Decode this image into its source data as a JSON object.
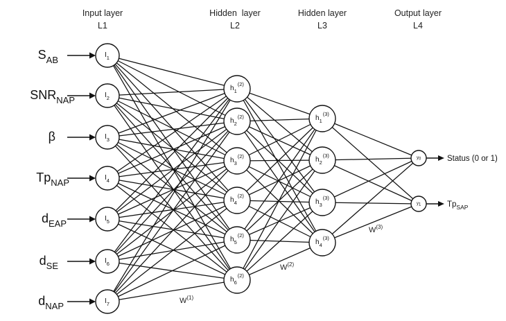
{
  "layers": [
    {
      "title": "Input layer",
      "code": "L1"
    },
    {
      "title": "Hidden  layer",
      "code": "L2"
    },
    {
      "title": "Hidden layer",
      "code": "L3"
    },
    {
      "title": "Output layer",
      "code": "L4"
    }
  ],
  "inputs": [
    {
      "main": "S",
      "sub": "AB",
      "node": "I",
      "node_sub": "1"
    },
    {
      "main": "SNR",
      "sub": "NAP",
      "node": "I",
      "node_sub": "2"
    },
    {
      "main": "β",
      "sub": "",
      "node": "I",
      "node_sub": "3"
    },
    {
      "main": "Tp",
      "sub": "NAP",
      "node": "I",
      "node_sub": "4"
    },
    {
      "main": "d",
      "sub": "EAP",
      "node": "I",
      "node_sub": "5"
    },
    {
      "main": "d",
      "sub": "SE",
      "node": "I",
      "node_sub": "6"
    },
    {
      "main": "d",
      "sub": "NAP",
      "node": "I",
      "node_sub": "7"
    }
  ],
  "hidden1": [
    {
      "node": "h",
      "sub": "1",
      "sup": "(2)"
    },
    {
      "node": "h",
      "sub": "2",
      "sup": "(2)"
    },
    {
      "node": "h",
      "sub": "3",
      "sup": "(2)"
    },
    {
      "node": "h",
      "sub": "4",
      "sup": "(2)"
    },
    {
      "node": "h",
      "sub": "5",
      "sup": "(2)"
    },
    {
      "node": "h",
      "sub": "6",
      "sup": "(2)"
    }
  ],
  "hidden2": [
    {
      "node": "h",
      "sub": "1",
      "sup": "(3)"
    },
    {
      "node": "h",
      "sub": "2",
      "sup": "(3)"
    },
    {
      "node": "h",
      "sub": "3",
      "sup": "(3)"
    },
    {
      "node": "h",
      "sub": "4",
      "sup": "(3)"
    }
  ],
  "outputs": [
    {
      "node": "y",
      "sub": "0",
      "label": "Status (0 or  1)",
      "label_main": "",
      "label_sub": ""
    },
    {
      "node": "y",
      "sub": "1",
      "label": "",
      "label_main": "Tp",
      "label_sub": "SAP"
    }
  ],
  "weights": [
    {
      "base": "W",
      "sup": "(1)"
    },
    {
      "base": "W",
      "sup": "(2)"
    },
    {
      "base": "W",
      "sup": "(3)"
    }
  ]
}
